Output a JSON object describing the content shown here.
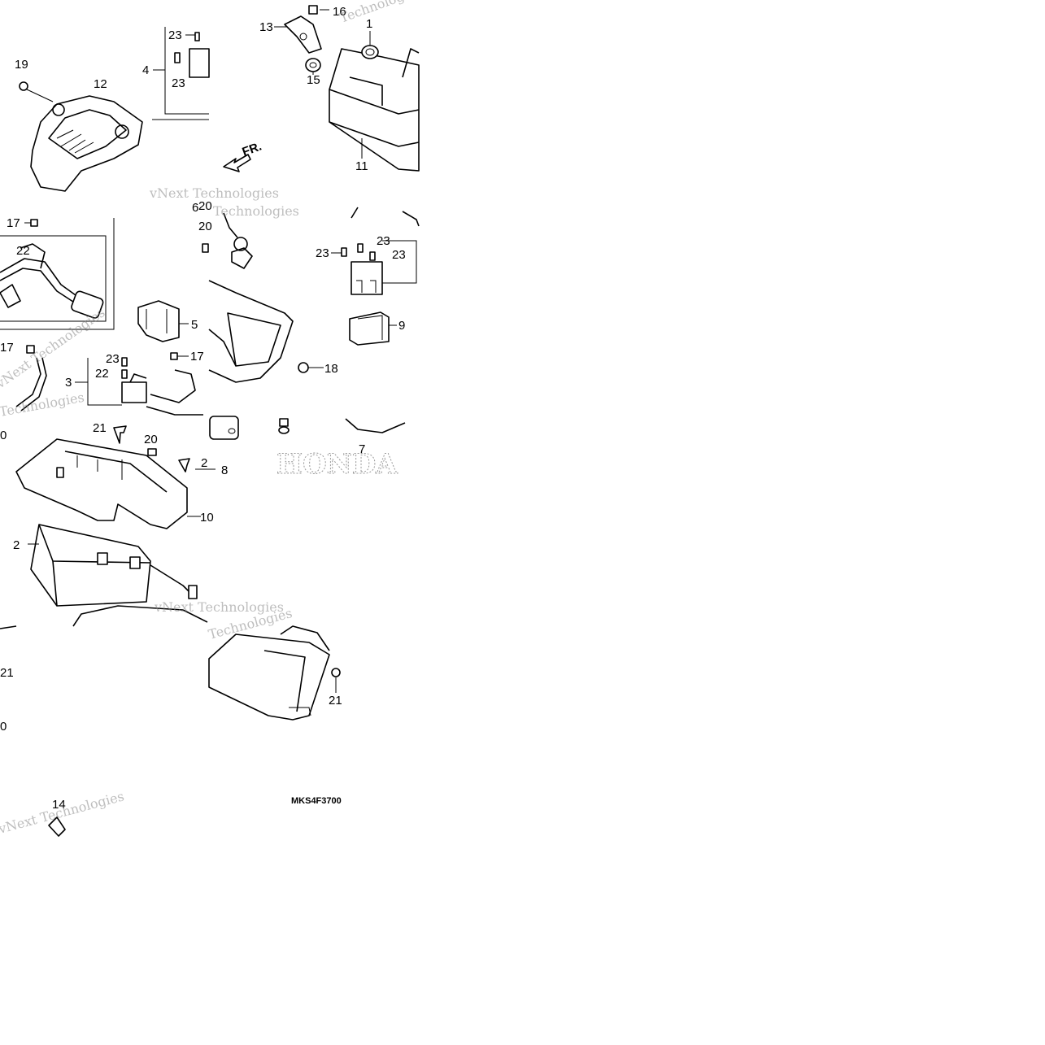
{
  "diagram": {
    "code": "MKS4F3700",
    "direction_label": "FR.",
    "watermarks": [
      "vNext Technologies",
      "vNext Technologies",
      "vNext Technologies",
      "Technologies",
      "Technologies",
      "Technologies",
      "Technologies",
      "vNext Technologies"
    ],
    "brand_mark": "HONDA",
    "callouts": [
      "19",
      "12",
      "23",
      "4",
      "23",
      "13",
      "16",
      "1",
      "15",
      "11",
      "17",
      "22",
      "20",
      "23",
      "23",
      "23",
      "9",
      "5",
      "17",
      "17",
      "23",
      "3",
      "22",
      "18",
      "21",
      "20",
      "2",
      "8",
      "10",
      "2",
      "7",
      "21",
      "14",
      "6",
      "20",
      "21",
      "0",
      "0"
    ]
  }
}
